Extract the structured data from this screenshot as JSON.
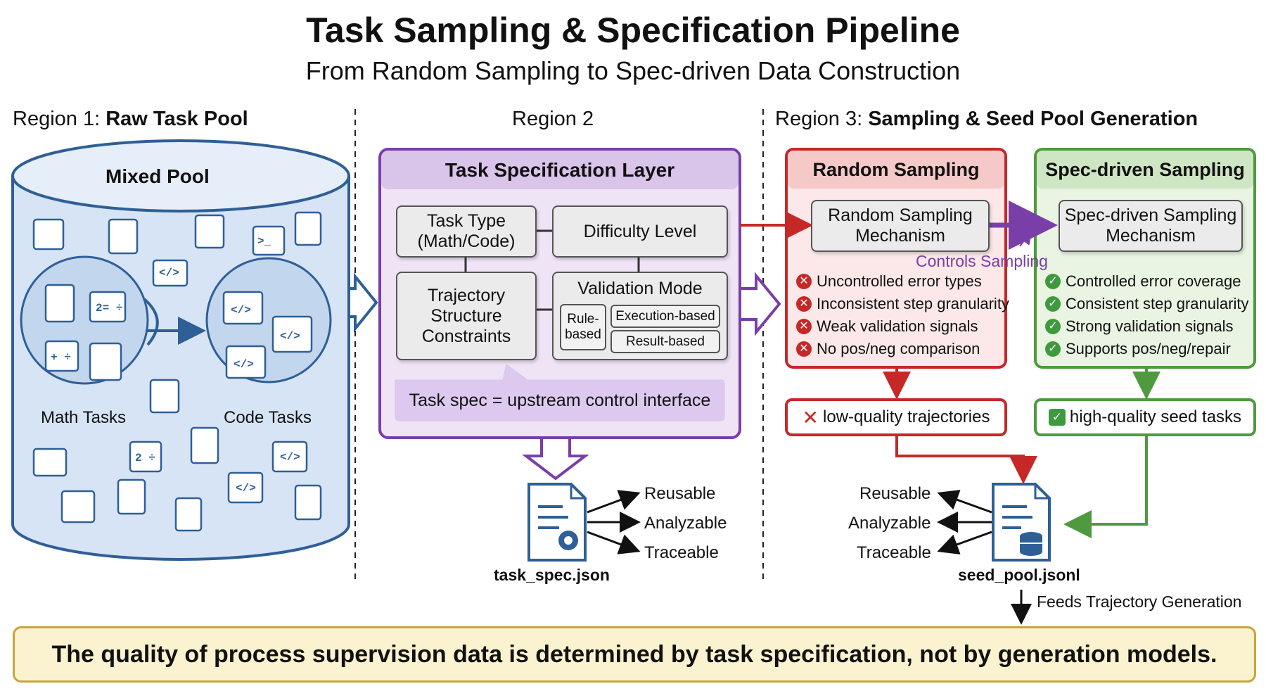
{
  "title": "Task Sampling & Specification Pipeline",
  "subtitle": "From Random Sampling to Spec-driven Data Construction",
  "region1": {
    "prefix": "Region 1: ",
    "name": "Raw Task Pool",
    "pool_title": "Mixed Pool",
    "math_label": "Math Tasks",
    "code_label": "Code Tasks"
  },
  "region2": {
    "label": "Region 2",
    "layer_title": "Task Specification Layer",
    "task_type": "Task Type (Math/Code)",
    "difficulty": "Difficulty Level",
    "trajectory": "Trajectory Structure Constraints",
    "validation_mode": "Validation Mode",
    "rule_based": "Rule-based",
    "execution_based": "Execution-based",
    "result_based": "Result-based",
    "spec_note": "Task spec = upstream control interface",
    "file_name": "task_spec.json",
    "outputs": [
      "Reusable",
      "Analyzable",
      "Traceable"
    ]
  },
  "region3": {
    "prefix": "Region 3: ",
    "name": "Sampling & Seed Pool Generation",
    "random": {
      "title": "Random Sampling",
      "mechanism": "Random Sampling Mechanism",
      "issues": [
        "Uncontrolled error types",
        "Inconsistent step granularity",
        "Weak validation signals",
        "No pos/neg comparison"
      ],
      "result": "low-quality trajectories"
    },
    "spec": {
      "title": "Spec-driven Sampling",
      "mechanism": "Spec-driven Sampling Mechanism",
      "benefits": [
        "Controlled error coverage",
        "Consistent step granularity",
        "Strong validation signals",
        "Supports pos/neg/repair"
      ],
      "result": "high-quality seed tasks"
    },
    "controls_label": "Controls Sampling",
    "file_name": "seed_pool.jsonl",
    "outputs": [
      "Reusable",
      "Analyzable",
      "Traceable"
    ],
    "feeds_label": "Feeds Trajectory Generation"
  },
  "banner": "The quality of process supervision data is determined by task specification, not by generation models.",
  "colors": {
    "blue_fill": "#d6e4f5",
    "blue_stroke": "#2f5f97",
    "purple": "#7a3ea8",
    "red": "#c62828",
    "green": "#4f9a3f",
    "banner_fill": "#fbf3d0"
  }
}
